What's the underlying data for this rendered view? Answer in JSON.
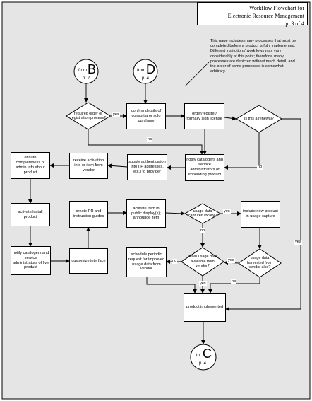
{
  "title": {
    "line1": "Workflow Flowchart for",
    "line2": "Electronic Resource Management",
    "page": "p. 3 of 4"
  },
  "note": "This page includes many processes that must be completed before a product is fully implemented. Different institutions' workflows may vary considerably at this point; therefore, many processes are depicted without much detail, and the order of some processes is somewhat arbitrary.",
  "connectors": {
    "from_b": {
      "prefix": "from",
      "letter": "B",
      "page": "p. 2"
    },
    "from_d": {
      "prefix": "from",
      "letter": "D",
      "page": "p. 4"
    },
    "to_c": {
      "prefix": "to",
      "letter": "C",
      "page": "p. 4"
    }
  },
  "decisions": {
    "required_order": "required order or registration process?",
    "is_renewal": "is this a renewal?",
    "usage_captured_locally": "usage data captured locally?",
    "usage_available_vendor": "is/will usage data available from vendor?",
    "usage_harvested": "usage data harvested from vendor also?"
  },
  "processes": {
    "confirm_details": "confirm details of consortia or solo purchase",
    "order_register": "order/register/ formally sign license",
    "notify_service_admins": "notify catalogers and service administrators of impending product",
    "supply_auth": "supply authentication info (IP addresses, etc.) to provider",
    "receive_activation": "receive activation info or item from vendor",
    "ensure_completeness": "ensure completeness of admin info about product",
    "activate_install": "activate/install product",
    "notify_catalogers": "notify catalogers and service administrators of live product",
    "customize_interface": "customize interface",
    "create_pr": "create PR and instruction guides",
    "activate_public": "activate item in public display(s); announce item",
    "include_product": "include new product in usage capture",
    "schedule_request": "schedule periodic request for improved usage data from vendor",
    "product_implemented": "product implemented"
  },
  "labels": {
    "yes": "yes",
    "no": "no"
  }
}
